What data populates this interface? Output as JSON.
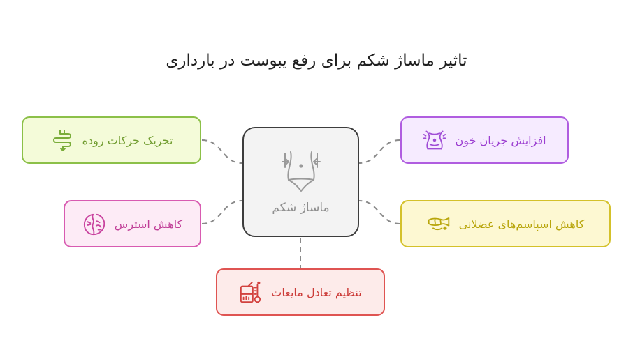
{
  "title": "تاثیر ماساژ شکم برای رفع یبوست در بارداری",
  "center": {
    "label": "ماساژ شکم",
    "icon": "abdomen-massage-icon"
  },
  "nodes": {
    "intestine": {
      "label": "تحریک حرکات روده",
      "icon": "intestine-icon",
      "color": "#8cc048"
    },
    "blood": {
      "label": "افزایش جریان خون",
      "icon": "torso-circulation-icon",
      "color": "#b05de0"
    },
    "stress": {
      "label": "کاهش استرس",
      "icon": "stressed-face-icon",
      "color": "#d85bb1"
    },
    "spasm": {
      "label": "کاهش اسپاسم‌های عضلانی",
      "icon": "muscle-icon",
      "color": "#d4c12a"
    },
    "fluid": {
      "label": "تنظیم تعادل مایعات",
      "icon": "fluid-balance-icon",
      "color": "#df5452"
    }
  }
}
